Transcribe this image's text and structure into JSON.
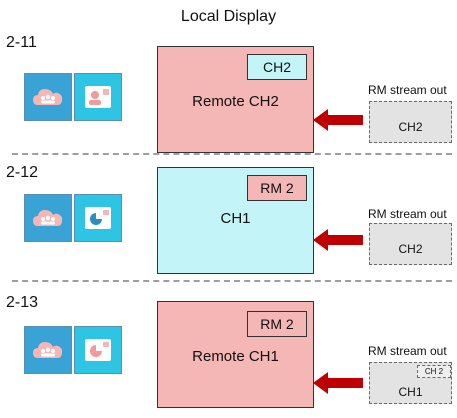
{
  "title": "Local Display",
  "rm_caption": "RM stream out",
  "colors": {
    "pink": "#f5b6b6",
    "cyan": "#c2f4f8",
    "arrow": "#c00000",
    "icon_dark": "#3aa3d6",
    "icon_light": "#2ec4e3"
  },
  "rows": [
    {
      "label": "2-11",
      "screen_label": "Remote CH2",
      "inset_label": "CH2",
      "rm_label": "CH2",
      "icon_left": "cloud-users-icon",
      "icon_right": "person-card-icon"
    },
    {
      "label": "2-12",
      "screen_label": "CH1",
      "inset_label": "RM 2",
      "rm_label": "CH2",
      "icon_left": "cloud-users-icon",
      "icon_right": "pie-chart-icon"
    },
    {
      "label": "2-13",
      "screen_label": "Remote CH1",
      "inset_label": "RM 2",
      "rm_label": "CH1",
      "rm_mini_label": "CH 2",
      "icon_left": "cloud-users-icon",
      "icon_right": "pie-chart-icon"
    }
  ]
}
